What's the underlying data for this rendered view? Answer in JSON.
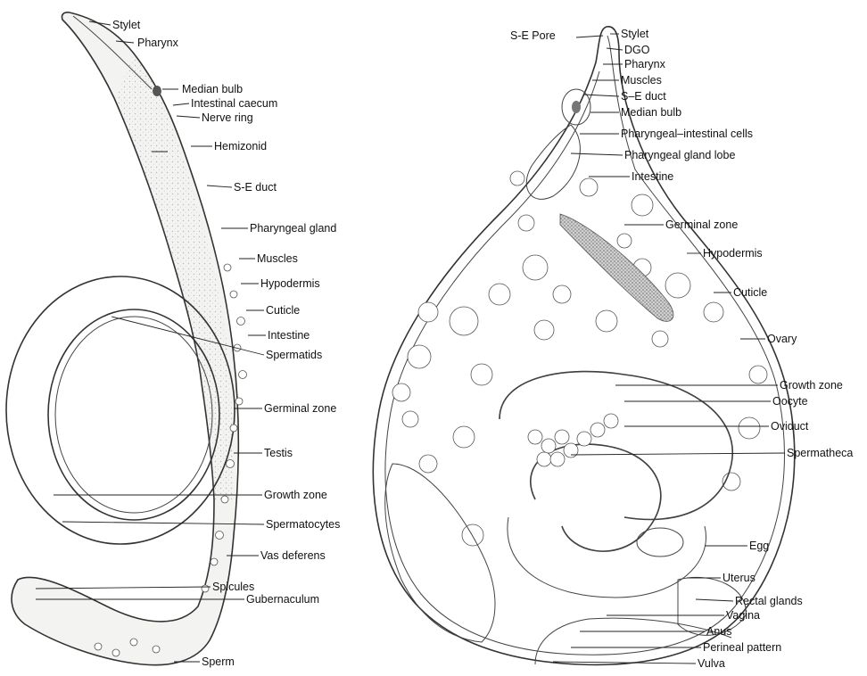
{
  "male": {
    "labels": [
      "Stylet",
      "Pharynx",
      "Median bulb",
      "Intestinal caecum",
      "Nerve ring",
      "Hemizonid",
      "S-E duct",
      "Pharyngeal gland",
      "Muscles",
      "Hypodermis",
      "Cuticle",
      "Intestine",
      "Spermatids",
      "Germinal zone",
      "Testis",
      "Growth zone",
      "Spermatocytes",
      "Vas deferens",
      "Spicules",
      "Gubernaculum",
      "Sperm"
    ]
  },
  "female": {
    "labels": [
      "S-E Pore",
      "Stylet",
      "DGO",
      "Pharynx",
      "Muscles",
      "S–E duct",
      "Median bulb",
      "Pharyngeal–intestinal cells",
      "Pharyngeal gland lobe",
      "Intestine",
      "Germinal zone",
      "Hypodermis",
      "Cuticle",
      "Ovary",
      "Growth zone",
      "Oocyte",
      "Oviduct",
      "Spermatheca",
      "Egg",
      "Uterus",
      "Rectal glands",
      "Vagina",
      "Anus",
      "Perineal pattern",
      "Vulva"
    ]
  }
}
